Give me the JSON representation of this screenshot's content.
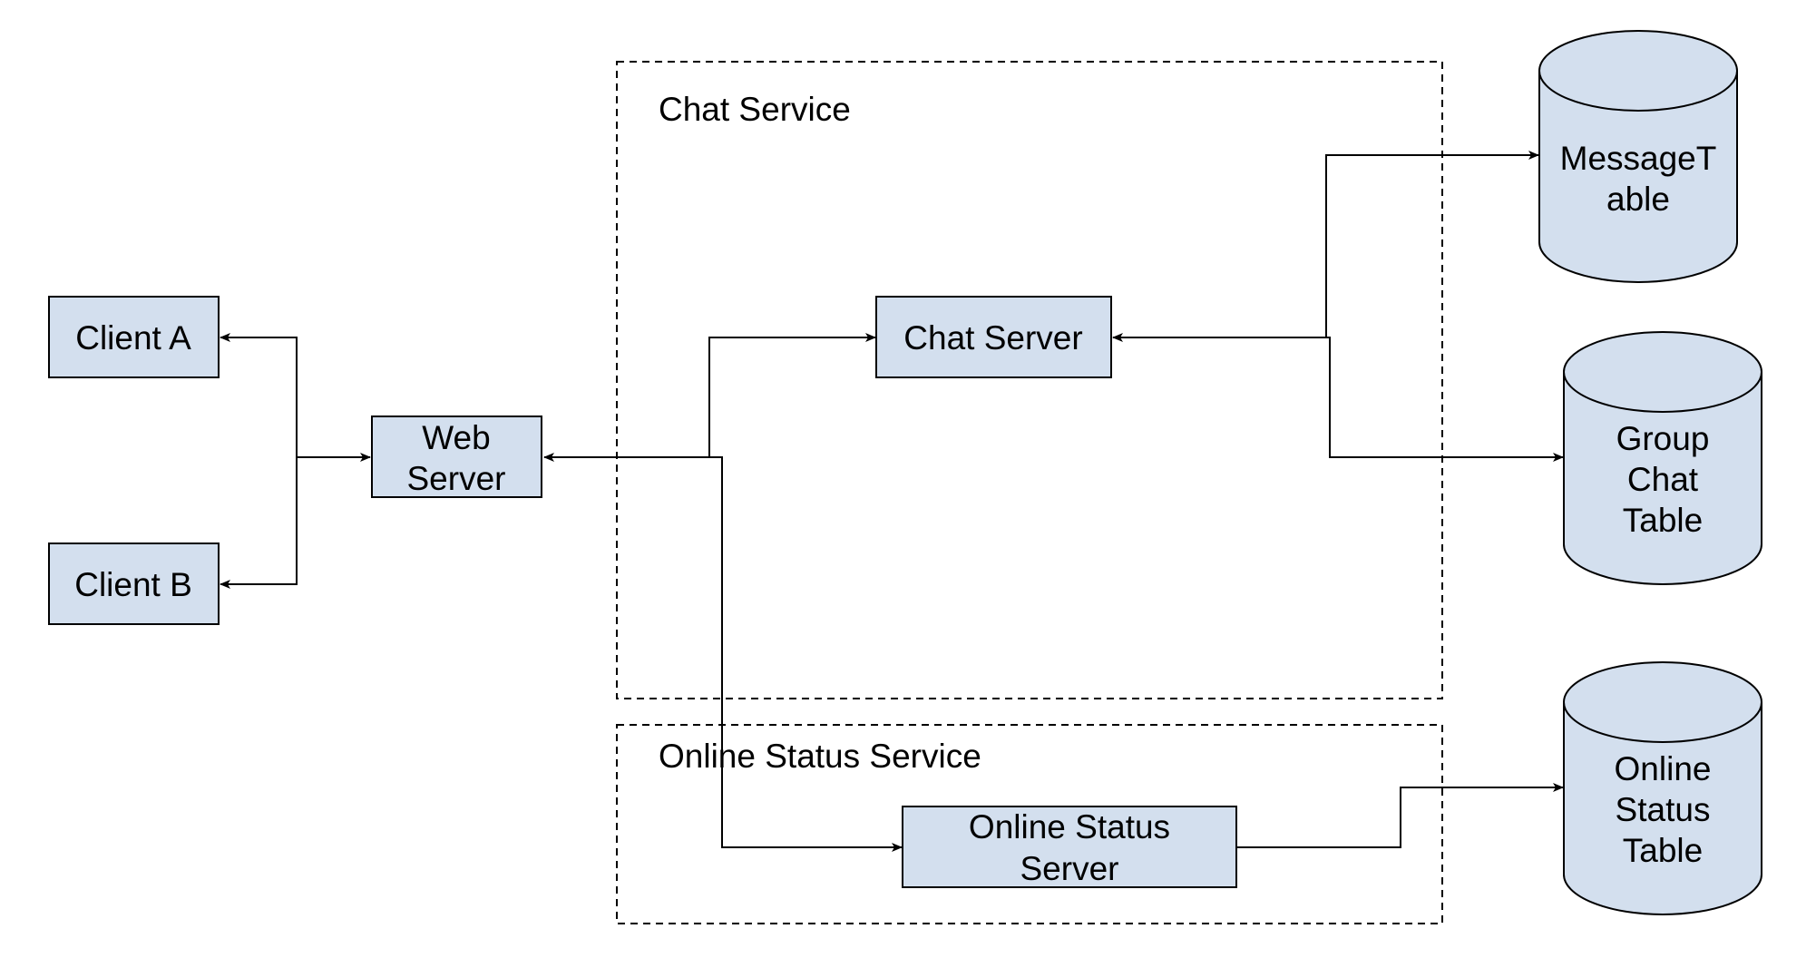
{
  "groups": {
    "chat_service": {
      "label": "Chat Service"
    },
    "online_status_service": {
      "label": "Online Status Service"
    }
  },
  "nodes": {
    "client_a": {
      "lines": [
        "Client A"
      ]
    },
    "client_b": {
      "lines": [
        "Client B"
      ]
    },
    "web_server": {
      "lines": [
        "Web",
        "Server"
      ]
    },
    "chat_server": {
      "lines": [
        "Chat Server"
      ]
    },
    "online_status_server": {
      "lines": [
        "Online Status",
        "Server"
      ]
    },
    "message_table": {
      "lines": [
        "MessageT",
        "able"
      ]
    },
    "group_chat_table": {
      "lines": [
        "Group",
        "Chat",
        "Table"
      ]
    },
    "online_status_table": {
      "lines": [
        "Online",
        "Status",
        "Table"
      ]
    }
  },
  "colors": {
    "node_fill": "#d3dfee",
    "stroke": "#000000",
    "background": "#ffffff"
  }
}
